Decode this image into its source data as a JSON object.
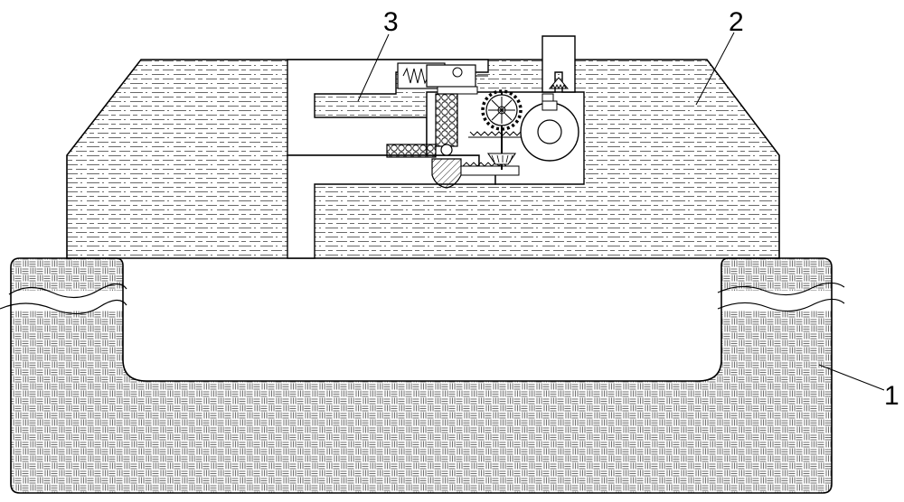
{
  "diagram": {
    "reference_numerals": [
      {
        "id": "base",
        "text": "1"
      },
      {
        "id": "body",
        "text": "2"
      },
      {
        "id": "channel",
        "text": "3"
      }
    ],
    "colors": {
      "line": "#000000",
      "background": "#ffffff"
    }
  }
}
